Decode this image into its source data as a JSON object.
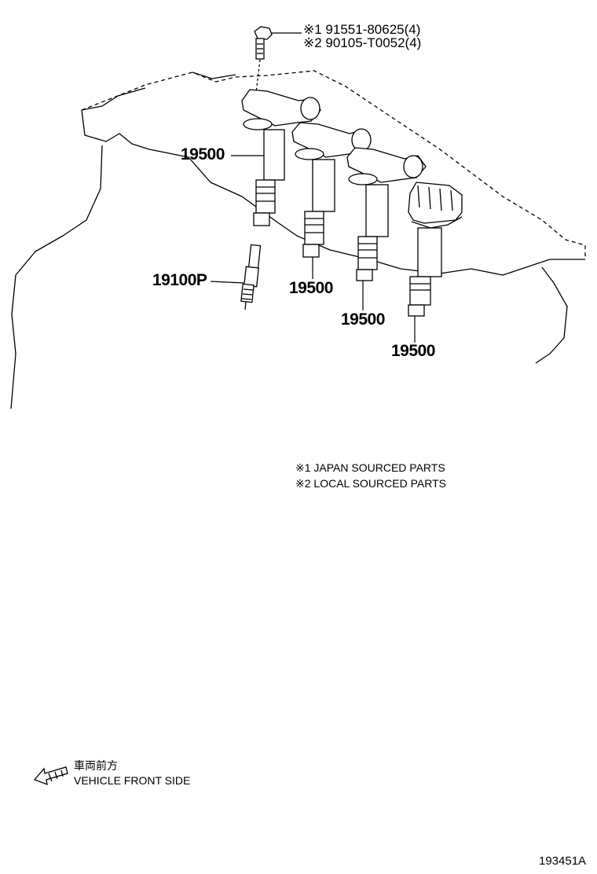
{
  "callouts": {
    "bolt_line1": "※1 91551-80625(4)",
    "bolt_line2": "※2 90105-T0052(4)",
    "coil_a": "19500",
    "coil_b": "19500",
    "coil_c": "19500",
    "coil_d": "19500",
    "spark_plug": "19100P"
  },
  "notes": {
    "line1": "※1 JAPAN SOURCED PARTS",
    "line2": "※2 LOCAL SOURCED PARTS"
  },
  "direction": {
    "japanese": "車両前方",
    "english": "VEHICLE FRONT SIDE"
  },
  "reference_code": "193451A"
}
